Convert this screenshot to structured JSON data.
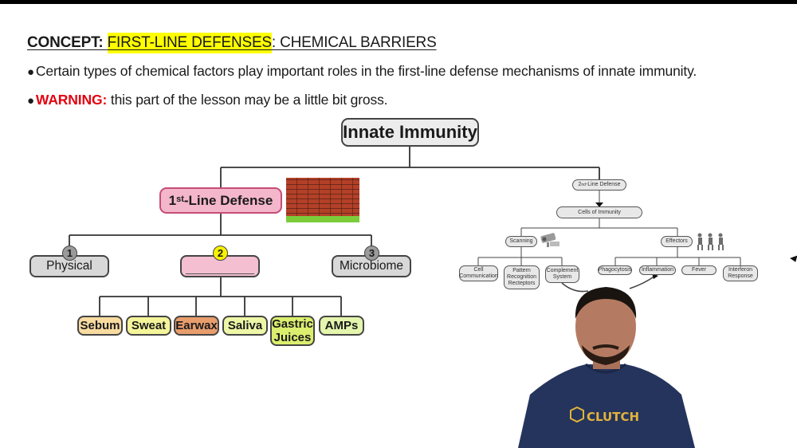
{
  "header": {
    "concept_label": "CONCEPT:",
    "concept_highlight": "FIRST-LINE DEFENSES",
    "concept_rest": ": CHEMICAL BARRIERS",
    "highlight_color": "#ffff00"
  },
  "bullets": [
    {
      "prefix": "",
      "text": "Certain types of chemical factors play important roles in the first-line defense mechanisms of innate immunity."
    },
    {
      "prefix": "WARNING:",
      "text": " this part of the lesson may be a little bit gross."
    }
  ],
  "bullet_glyph": "●",
  "warning_color": "#e3000f",
  "diagram": {
    "root": "Innate Immunity",
    "first_line": {
      "label_num": "1",
      "label_sup": "st",
      "label_rest": "-Line Defense"
    },
    "categories": [
      {
        "num": "1",
        "label": "Physical"
      },
      {
        "num": "2",
        "label": ""
      },
      {
        "num": "3",
        "label": "Microbiome"
      }
    ],
    "chemical_barriers": [
      "Sebum",
      "Sweat",
      "Earwax",
      "Saliva",
      "Gastric Juices",
      "AMPs"
    ],
    "second_line": {
      "label_num": "2",
      "label_sup": "nd",
      "label_rest": "-Line Defense",
      "cells": "Cells of Immunity",
      "scanning": "Scanning",
      "effectors": "Effectors",
      "scanning_items": [
        "Cell Communication",
        "Pattern Recognition Recteptors",
        "Complement System"
      ],
      "effector_items": [
        "Phagocytosis",
        "Inflammation",
        "Fever",
        "Interferon Response"
      ]
    },
    "images": [
      "brick-wall-image",
      "security-camera-image",
      "soldiers-image"
    ]
  },
  "presenter": {
    "shirt_text": "CLUTCH"
  }
}
